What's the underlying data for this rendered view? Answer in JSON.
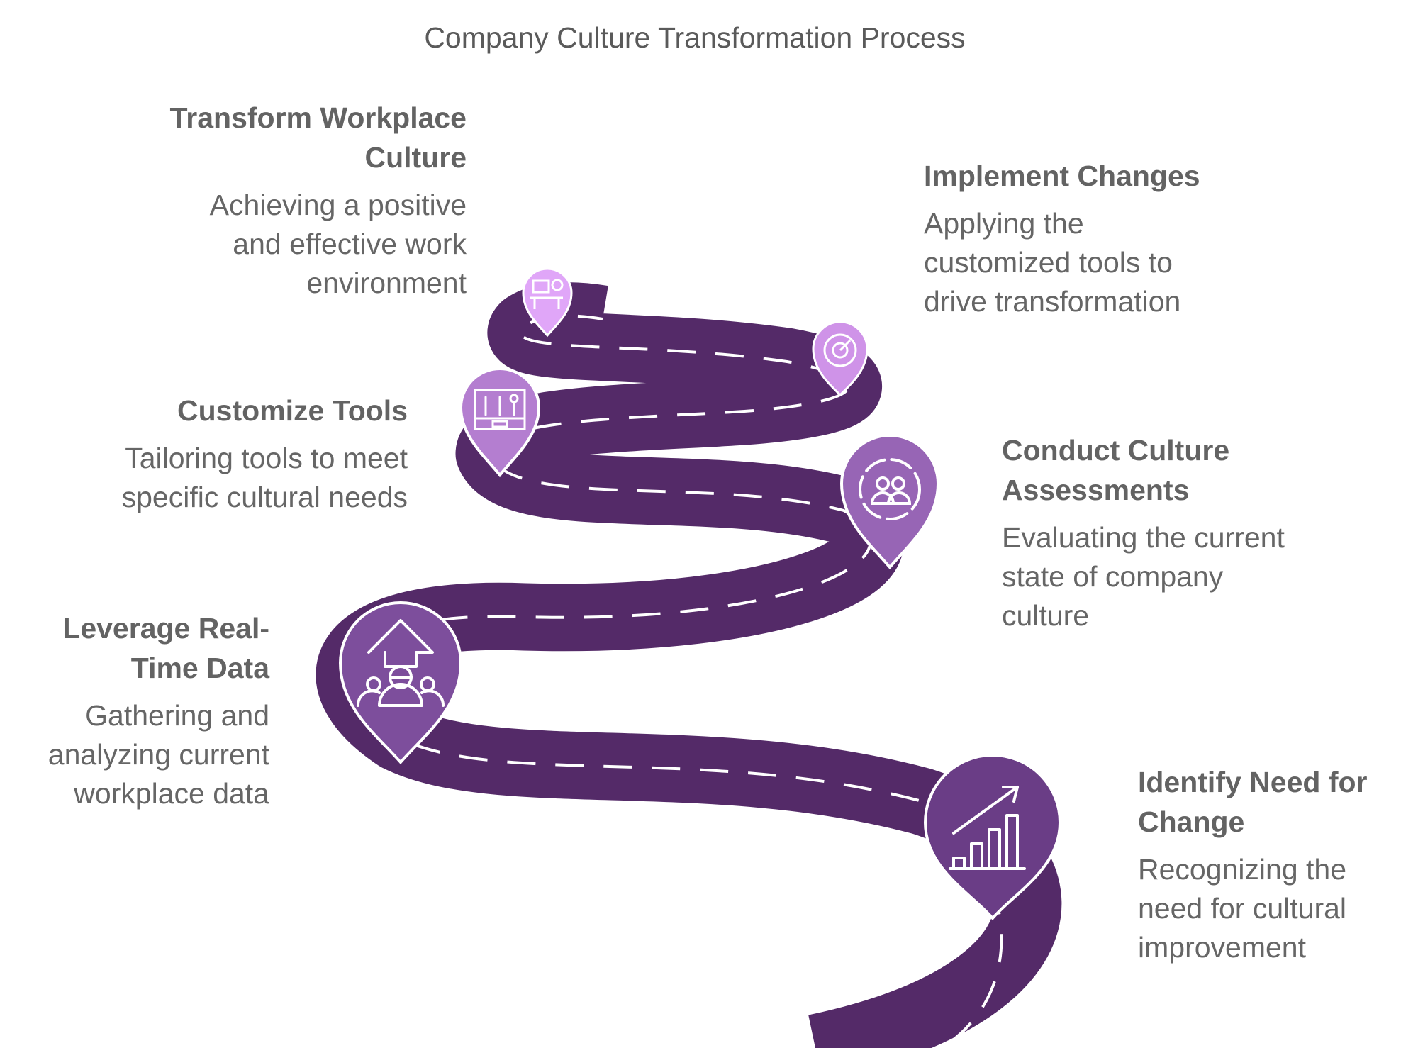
{
  "title": "Company Culture Transformation Process",
  "steps": [
    {
      "id": "identify",
      "heading": "Identify Need for Change",
      "description": "Recognizing the need for cultural improvement",
      "icon": "growth-chart-icon",
      "color": "#6a3d86"
    },
    {
      "id": "leverage",
      "heading": "Leverage Real-Time Data",
      "description": "Gathering and analyzing current workplace data",
      "icon": "team-growth-icon",
      "color": "#7d4e9c"
    },
    {
      "id": "assess",
      "heading": "Conduct Culture Assessments",
      "description": "Evaluating the current state of company culture",
      "icon": "group-assessment-icon",
      "color": "#9765b5"
    },
    {
      "id": "customize",
      "heading": "Customize Tools",
      "description": "Tailoring tools to meet specific cultural needs",
      "icon": "toolbox-icon",
      "color": "#b47ed0"
    },
    {
      "id": "implement",
      "heading": "Implement Changes",
      "description": "Applying the customized tools to drive transformation",
      "icon": "target-icon",
      "color": "#cf93e8"
    },
    {
      "id": "transform",
      "heading": "Transform Workplace Culture",
      "description": "Achieving a positive and effective work environment",
      "icon": "workspace-icon",
      "color": "#e0a6f8"
    }
  ],
  "colors": {
    "road": "#542a68",
    "dash": "#ffffff",
    "text_heading": "#636363",
    "text_body": "#666666"
  }
}
